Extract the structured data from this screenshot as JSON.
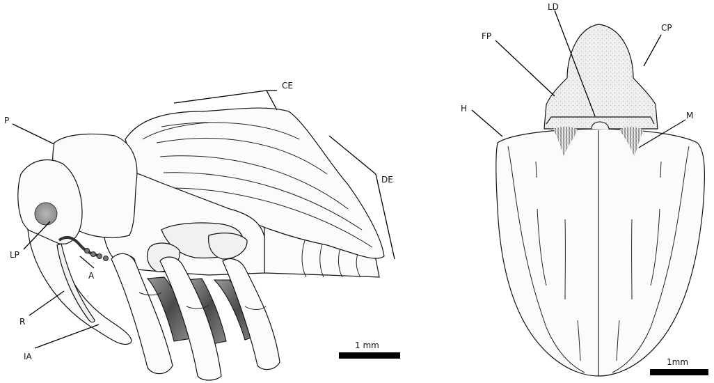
{
  "left_figure": {
    "labels": {
      "P": "P",
      "CE": "CE",
      "DE": "DE",
      "LP": "LP",
      "A": "A",
      "R": "R",
      "IA": "IA"
    },
    "scale_bar": "1 mm"
  },
  "right_figure": {
    "labels": {
      "LD": "LD",
      "FP": "FP",
      "CP": "CP",
      "H": "H",
      "M": "M"
    },
    "scale_bar": "1mm"
  }
}
